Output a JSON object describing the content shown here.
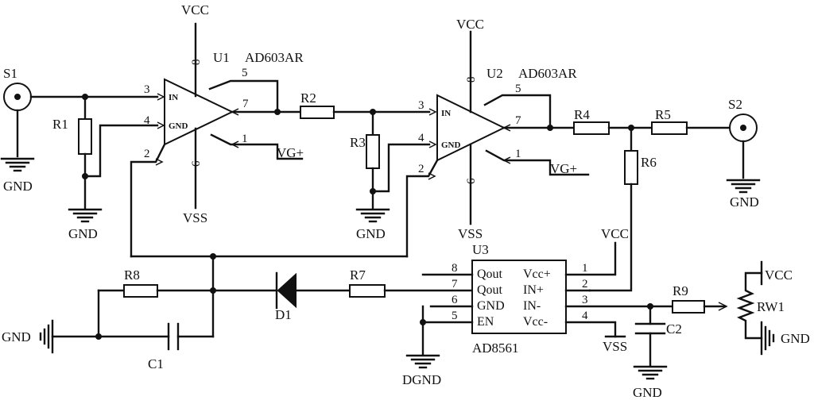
{
  "labels": {
    "vcc_u1": "VCC",
    "vcc_u2": "VCC",
    "vcc_u3": "VCC",
    "vcc_rw1": "VCC",
    "vss_u1": "VSS",
    "vss_u2": "VSS",
    "vss_u3": "VSS",
    "gnd_s1": "GND",
    "gnd_r1": "GND",
    "gnd_r3": "GND",
    "gnd_s2": "GND",
    "gnd_c1": "GND",
    "gnd_c2": "GND",
    "gnd_rw1": "GND",
    "dgnd": "DGND",
    "vg_u1": "VG+",
    "vg_u2": "VG+"
  },
  "components": {
    "s1": "S1",
    "s2": "S2",
    "r1": "R1",
    "r2": "R2",
    "r3": "R3",
    "r4": "R4",
    "r5": "R5",
    "r6": "R6",
    "r7": "R7",
    "r8": "R8",
    "r9": "R9",
    "c1": "C1",
    "c2": "C2",
    "d1": "D1",
    "rw1": "RW1",
    "u1_ref": "U1",
    "u1_part": "AD603AR",
    "u2_ref": "U2",
    "u2_part": "AD603AR",
    "u3_ref": "U3",
    "u3_part": "AD8561"
  },
  "u1_pins": {
    "p1": "1",
    "p2": "2",
    "p3": "3",
    "p4": "4",
    "p5": "5",
    "p6": "6",
    "p7": "7",
    "p8": "8",
    "in": "IN",
    "gnd": "GND"
  },
  "u2_pins": {
    "p1": "1",
    "p2": "2",
    "p3": "3",
    "p4": "4",
    "p5": "5",
    "p6": "6",
    "p7": "7",
    "p8": "8",
    "in": "IN",
    "gnd": "GND"
  },
  "u3_pins": {
    "left": [
      {
        "num": "8",
        "name": "Qout"
      },
      {
        "num": "7",
        "name": "Qout"
      },
      {
        "num": "6",
        "name": "GND"
      },
      {
        "num": "5",
        "name": "EN"
      }
    ],
    "right": [
      {
        "num": "1",
        "name": "Vcc+"
      },
      {
        "num": "2",
        "name": "IN+"
      },
      {
        "num": "3",
        "name": "IN-"
      },
      {
        "num": "4",
        "name": "Vcc-"
      }
    ]
  }
}
